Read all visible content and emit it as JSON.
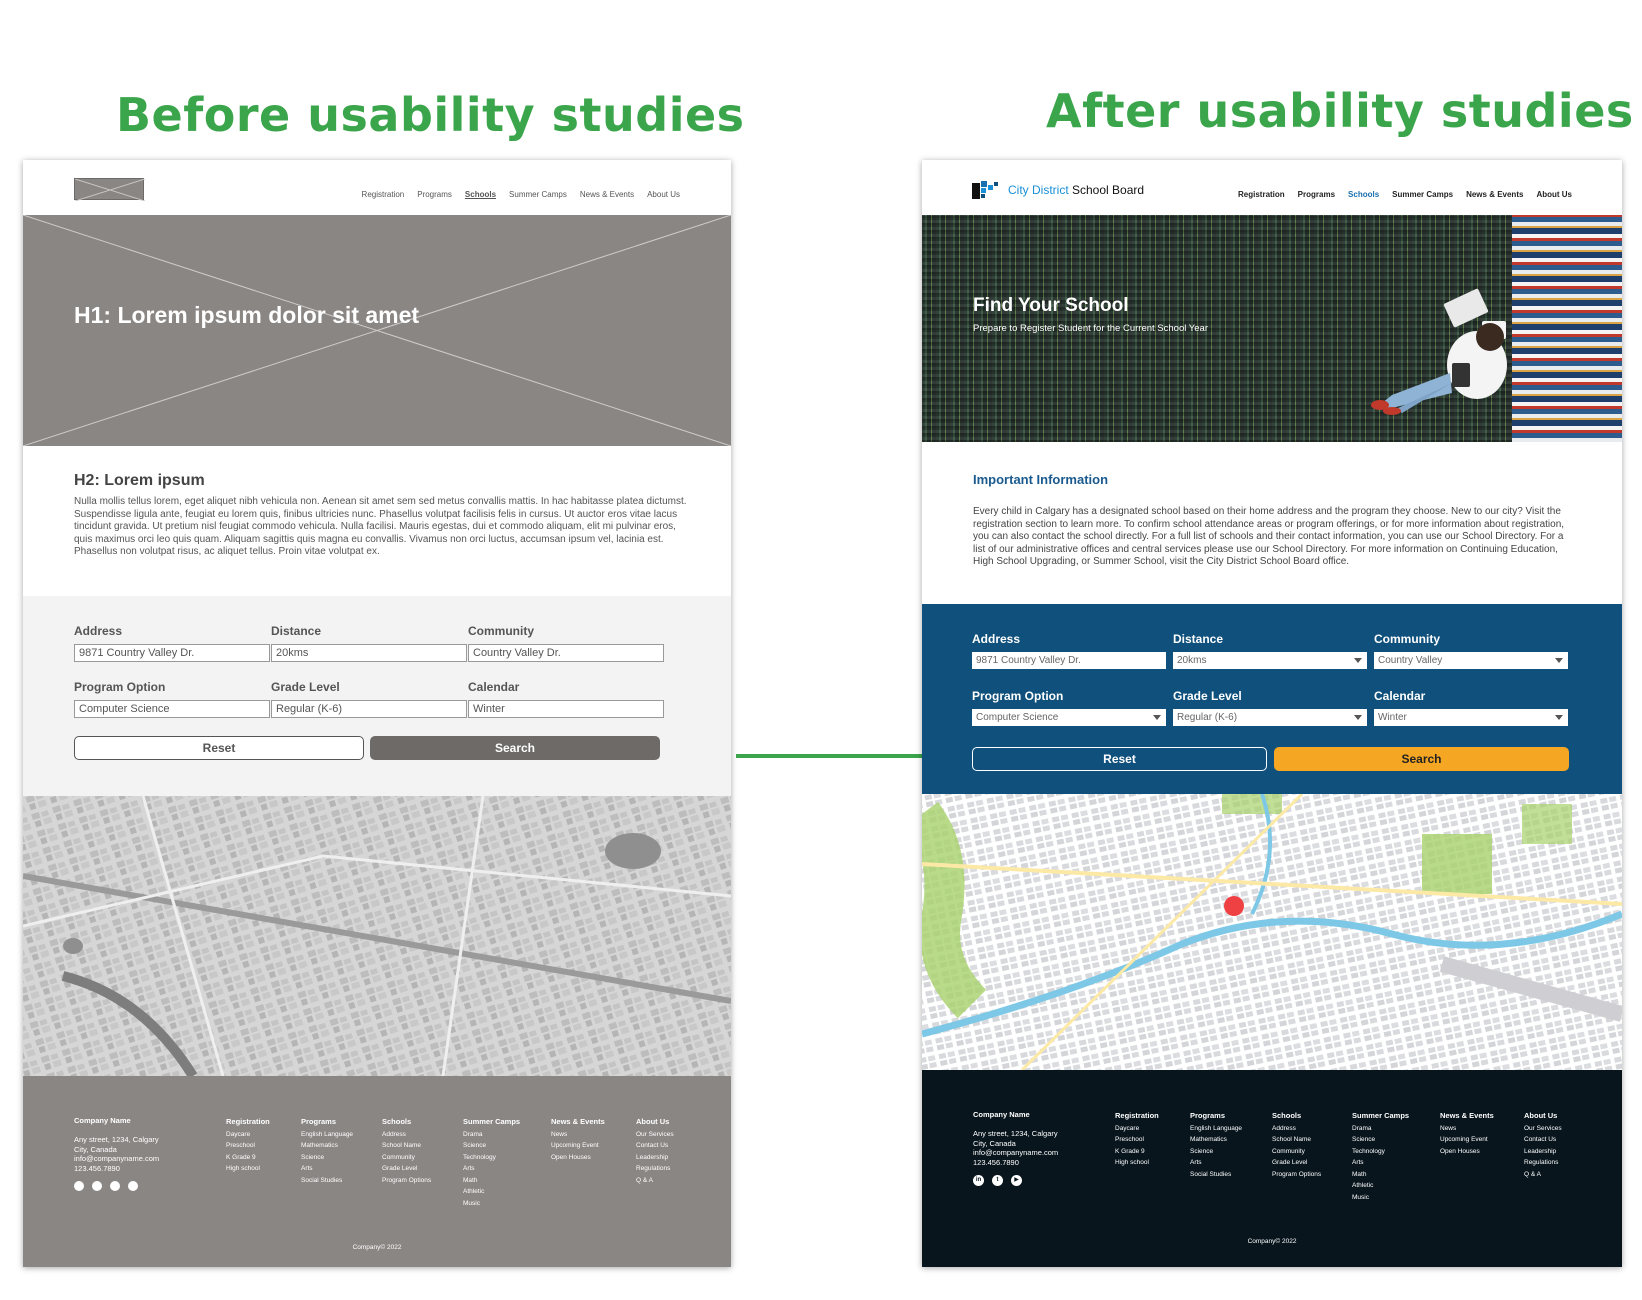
{
  "headings": {
    "before": "Before usability studies",
    "after": "After usability studies"
  },
  "colors": {
    "heading_green": "#3aa54a",
    "wire_gray": "#8a8684",
    "brand_blue": "#0f507c",
    "accent_orange": "#f5a623",
    "footer_dark": "#08151d",
    "map_pin": "#ef4044"
  },
  "nav": {
    "items": [
      "Registration",
      "Programs",
      "Schools",
      "Summer Camps",
      "News & Events",
      "About Us"
    ],
    "active": "Schools"
  },
  "wireframe": {
    "hero_title": "H1: Lorem ipsum dolor sit amet",
    "info_title": "H2: Lorem ipsum",
    "info_body": "Nulla mollis tellus lorem, eget aliquet nibh vehicula non. Aenean sit amet sem sed metus convallis mattis. In hac habitasse platea dictumst. Suspendisse ligula ante, feugiat eu lorem quis, finibus ultricies nunc. Phasellus volutpat facilisis felis in cursus. Ut auctor eros vitae lacus tincidunt gravida. Ut pretium nisl feugiat commodo vehicula. Nulla facilisi. Mauris egestas, dui et commodo aliquam, elit mi pulvinar eros, quis maximus orci leo quis quam. Aliquam sagittis quis magna eu convallis. Vivamus non orci luctus, accumsan ipsum vel, lacinia est. Phasellus non volutpat risus, ac aliquet tellus. Proin vitae volutpat ex.",
    "fields": [
      {
        "label": "Address",
        "value": "9871 Country Valley Dr."
      },
      {
        "label": "Distance",
        "value": "20kms"
      },
      {
        "label": "Community",
        "value": "Country Valley Dr."
      },
      {
        "label": "Program Option",
        "value": "Computer Science"
      },
      {
        "label": "Grade Level",
        "value": "Regular (K-6)"
      },
      {
        "label": "Calendar",
        "value": "Winter"
      }
    ]
  },
  "final": {
    "logo_part1": "City District",
    "logo_part2": " School Board",
    "hero_title": "Find Your School",
    "hero_subtitle": "Prepare to Register Student for the Current School Year",
    "info_title": "Important Information",
    "info_body": "Every child in Calgary has a designated school based on their home address and the program they choose. New to our city? Visit the registration section to learn more. To confirm school attendance areas or program offerings, or for more information about registration, you can also contact the school directly. For a full list of schools and their contact information, you can use our School Directory. For a list of our administrative offices and central services please use our School Directory. For more information on Continuing Education, High School Upgrading, or Summer School, visit the City District School Board office.",
    "fields": [
      {
        "label": "Address",
        "value": "9871 Country Valley Dr."
      },
      {
        "label": "Distance",
        "value": "20kms"
      },
      {
        "label": "Community",
        "value": "Country Valley"
      },
      {
        "label": "Program Option",
        "value": "Computer Science"
      },
      {
        "label": "Grade Level",
        "value": "Regular (K-6)"
      },
      {
        "label": "Calendar",
        "value": "Winter"
      }
    ]
  },
  "buttons": {
    "reset": "Reset",
    "search": "Search"
  },
  "footer": {
    "company_name": "Company Name",
    "address_line1": "Any street, 1234, Calgary",
    "address_line2": "City, Canada",
    "email": "info@companyname.com",
    "phone": "123.456.7890",
    "columns": [
      {
        "title": "Registration",
        "items": [
          "Daycare",
          "Preschool",
          "K Grade 9",
          "High school"
        ]
      },
      {
        "title": "Programs",
        "items": [
          "English Language",
          "Mathematics",
          "Science",
          "Arts",
          "Social Studies"
        ]
      },
      {
        "title": "Schools",
        "items": [
          "Address",
          "School Name",
          "Community",
          "Grade Level",
          "Program Options"
        ]
      },
      {
        "title": "Summer Camps",
        "items": [
          "Drama",
          "Science",
          "Technology",
          "Arts",
          "Math",
          "Athletic",
          "Music"
        ]
      },
      {
        "title": "News & Events",
        "items": [
          "News",
          "Upcoming Event",
          "Open Houses"
        ]
      },
      {
        "title": "About Us",
        "items": [
          "Our Services",
          "Contact Us",
          "Leadership",
          "Regulations",
          "Q & A"
        ]
      }
    ],
    "social_icons": [
      "linkedin-icon",
      "twitter-icon",
      "youtube-icon"
    ],
    "copyright": "Company© 2022"
  }
}
